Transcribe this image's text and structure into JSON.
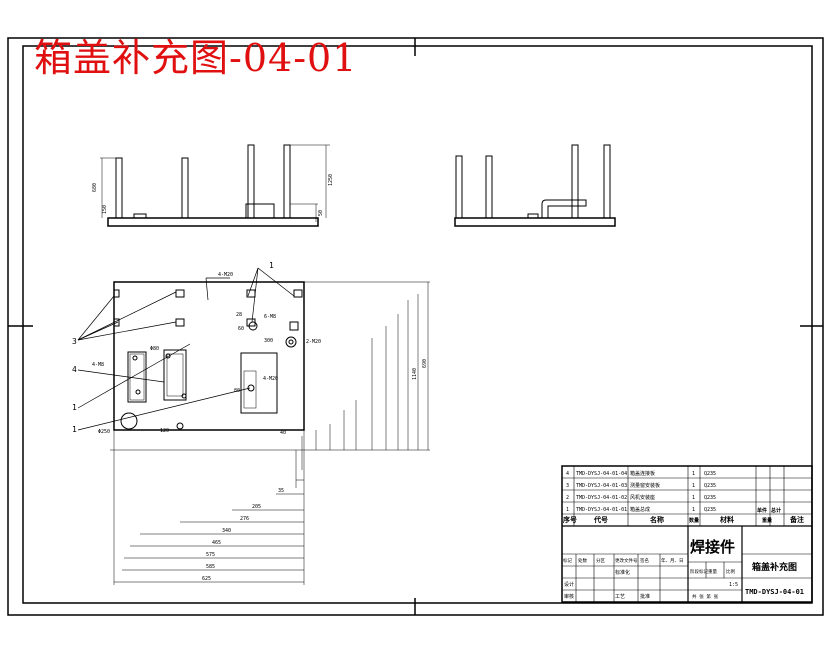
{
  "title": "箱盖补充图-04-01",
  "dims": {
    "d680": "680",
    "d1250": "1250",
    "d150": "150",
    "d50": "50",
    "d60": "60",
    "d4m20": "4-M20",
    "d120": "120",
    "d4m8": "4-M8",
    "d6m8": "6-M8",
    "d2m20": "2-M20",
    "d4m20b": "4-M20",
    "d300": "300",
    "d28": "28",
    "d80": "80",
    "dphi": "Φ80",
    "d40": "40",
    "dphi250": "Φ250",
    "d35": "35",
    "d205": "205",
    "d276": "276",
    "d340": "340",
    "d465": "465",
    "d575": "575",
    "d585": "585",
    "d625": "625",
    "d690": "690",
    "d1140": "1140"
  },
  "callouts": [
    "1",
    "3",
    "4",
    "1",
    "1"
  ],
  "bom": {
    "rows": [
      {
        "no": "4",
        "code": "TMD-DYSJ-04-01-04",
        "name": "箱盖连接板",
        "qty": "1",
        "mat": "Q235"
      },
      {
        "no": "3",
        "code": "TMD-DYSJ-04-01-03",
        "name": "测量窗安装板",
        "qty": "1",
        "mat": "Q235"
      },
      {
        "no": "2",
        "code": "TMD-DYSJ-04-01-02",
        "name": "风机安装座",
        "qty": "1",
        "mat": "Q235"
      },
      {
        "no": "1",
        "code": "TMD-DYSJ-04-01-01",
        "name": "箱盖总成",
        "qty": "1",
        "mat": "Q235"
      }
    ],
    "headers": {
      "no": "序号",
      "code": "代号",
      "name": "名称",
      "qty": "数量",
      "mat": "材料",
      "w1": "单件",
      "w2": "总计",
      "weight": "重量",
      "note": "备注"
    }
  },
  "titleblock": {
    "welded": "焊接件",
    "drawing_name": "箱盖补充图",
    "drawing_no": "TMD-DYSJ-04-01",
    "mark": "标记",
    "count": "处数",
    "zone": "分区",
    "docno": "更改文件号",
    "sign": "签名",
    "date": "年、月、日",
    "design": "设计",
    "check": "审核",
    "process": "工艺",
    "standard": "标准化",
    "approve": "批准",
    "stage": "阶段标记",
    "weight": "重量",
    "scale": "比例",
    "scale_val": "1:5",
    "sheets": "共 张  第 张"
  }
}
